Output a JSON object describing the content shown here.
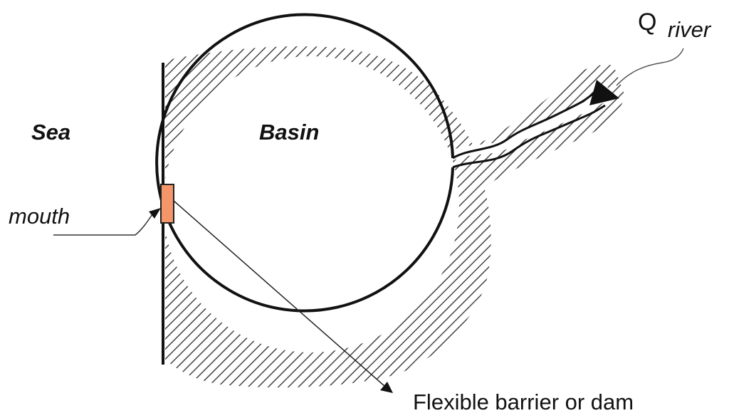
{
  "labels": {
    "sea": "Sea",
    "basin": "Basin",
    "mouth": "mouth",
    "q_main": "Q",
    "q_sub": "river",
    "barrier": "Flexible barrier or dam"
  },
  "colors": {
    "ink": "#111111",
    "hatch": "#444444",
    "barrier_fill": "#f4956a",
    "barrier_stroke": "#222222",
    "background": "#ffffff"
  }
}
